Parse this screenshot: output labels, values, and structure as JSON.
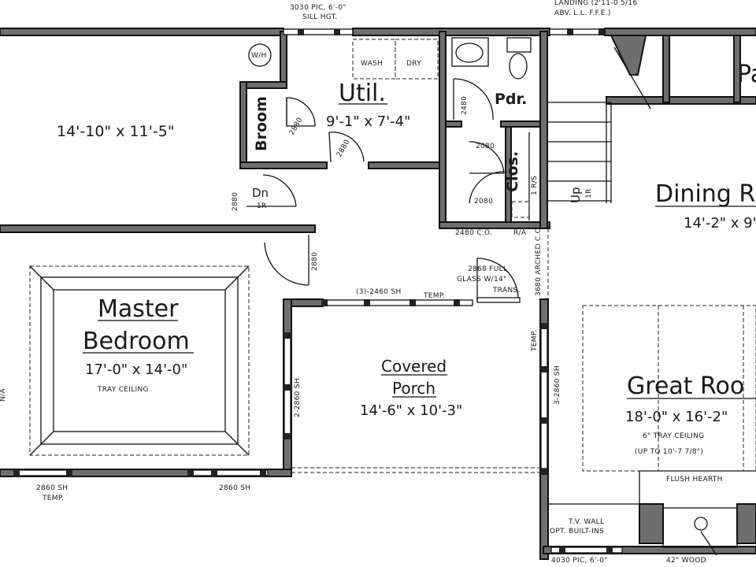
{
  "rooms": {
    "unlabeled_dims": "14'-10\" x 11'-5\"",
    "util_name": "Util.",
    "util_dims": "9'-1\" x 7'-4\"",
    "broom": "Broom",
    "pdr": "Pdr.",
    "clos": "Clos.",
    "master_name_1": "Master",
    "master_name_2": "Bedroom",
    "master_dims": "17'-0\" x 14'-0\"",
    "master_ceiling": "TRAY CEILING",
    "porch_name_1": "Covered",
    "porch_name_2": "Porch",
    "porch_dims": "14'-6\" x 10'-3\"",
    "dining_name": "Dining R",
    "dining_dims": "14'-2\" x 9'",
    "great_name": "Great Roo",
    "great_dims": "18'-0\" x 16'-2\"",
    "great_ceiling_1": "6\" TRAY CEILING",
    "great_ceiling_2": "(UP TO 10'-7 7/8\")",
    "partial_right": "Pa"
  },
  "notes": {
    "top_window_1": "3030 PIC, 6'-0\"",
    "top_window_2": "SILL HGT.",
    "landing_1": "LANDING (2'11-0 5/16",
    "landing_2": "ABV. L.L. F.F.E.)",
    "wh": "W/H",
    "wash": "WASH",
    "dry": "DRY",
    "dn": "Dn",
    "ir_left": "1R",
    "up": "Up",
    "ir_right": "1R",
    "rs": "1 R/S",
    "door_2880_a": "2880",
    "door_2880_b": "2880",
    "door_2880_c": "2880",
    "door_2880_d": "2880",
    "door_2480_a": "2480",
    "door_2080_a": "2080",
    "door_2080_b": "2080",
    "co_2480": "2480 C.O.",
    "ra": "R/A",
    "full_glass_1": "2868 FULL",
    "full_glass_2": "GLASS W/14\"",
    "full_glass_3": "TRANS.",
    "arched_co": "3680 ARCHED C.O.",
    "sh_2460": "(3)-2460 SH",
    "temp_a": "TEMP.",
    "temp_b": "TEMP.",
    "sh_2_2860": "2-2860 SH",
    "sh_3_2860": "3-2860 SH",
    "sh_2860_a": "2860 SH",
    "temp_c": "TEMP.",
    "sh_2860_b": "2860 SH",
    "flush_hearth": "FLUSH HEARTH",
    "tv_wall_1": "T.V. WALL",
    "tv_wall_2": "OPT. BUILT-INS",
    "bottom_pic": "4030 PIC, 6'-0\"",
    "wood_1": "42\" WOOD",
    "na": "N/A"
  },
  "colors": {
    "wall_fill": "#6e6e6e",
    "line": "#111111",
    "background": "#ffffff"
  }
}
